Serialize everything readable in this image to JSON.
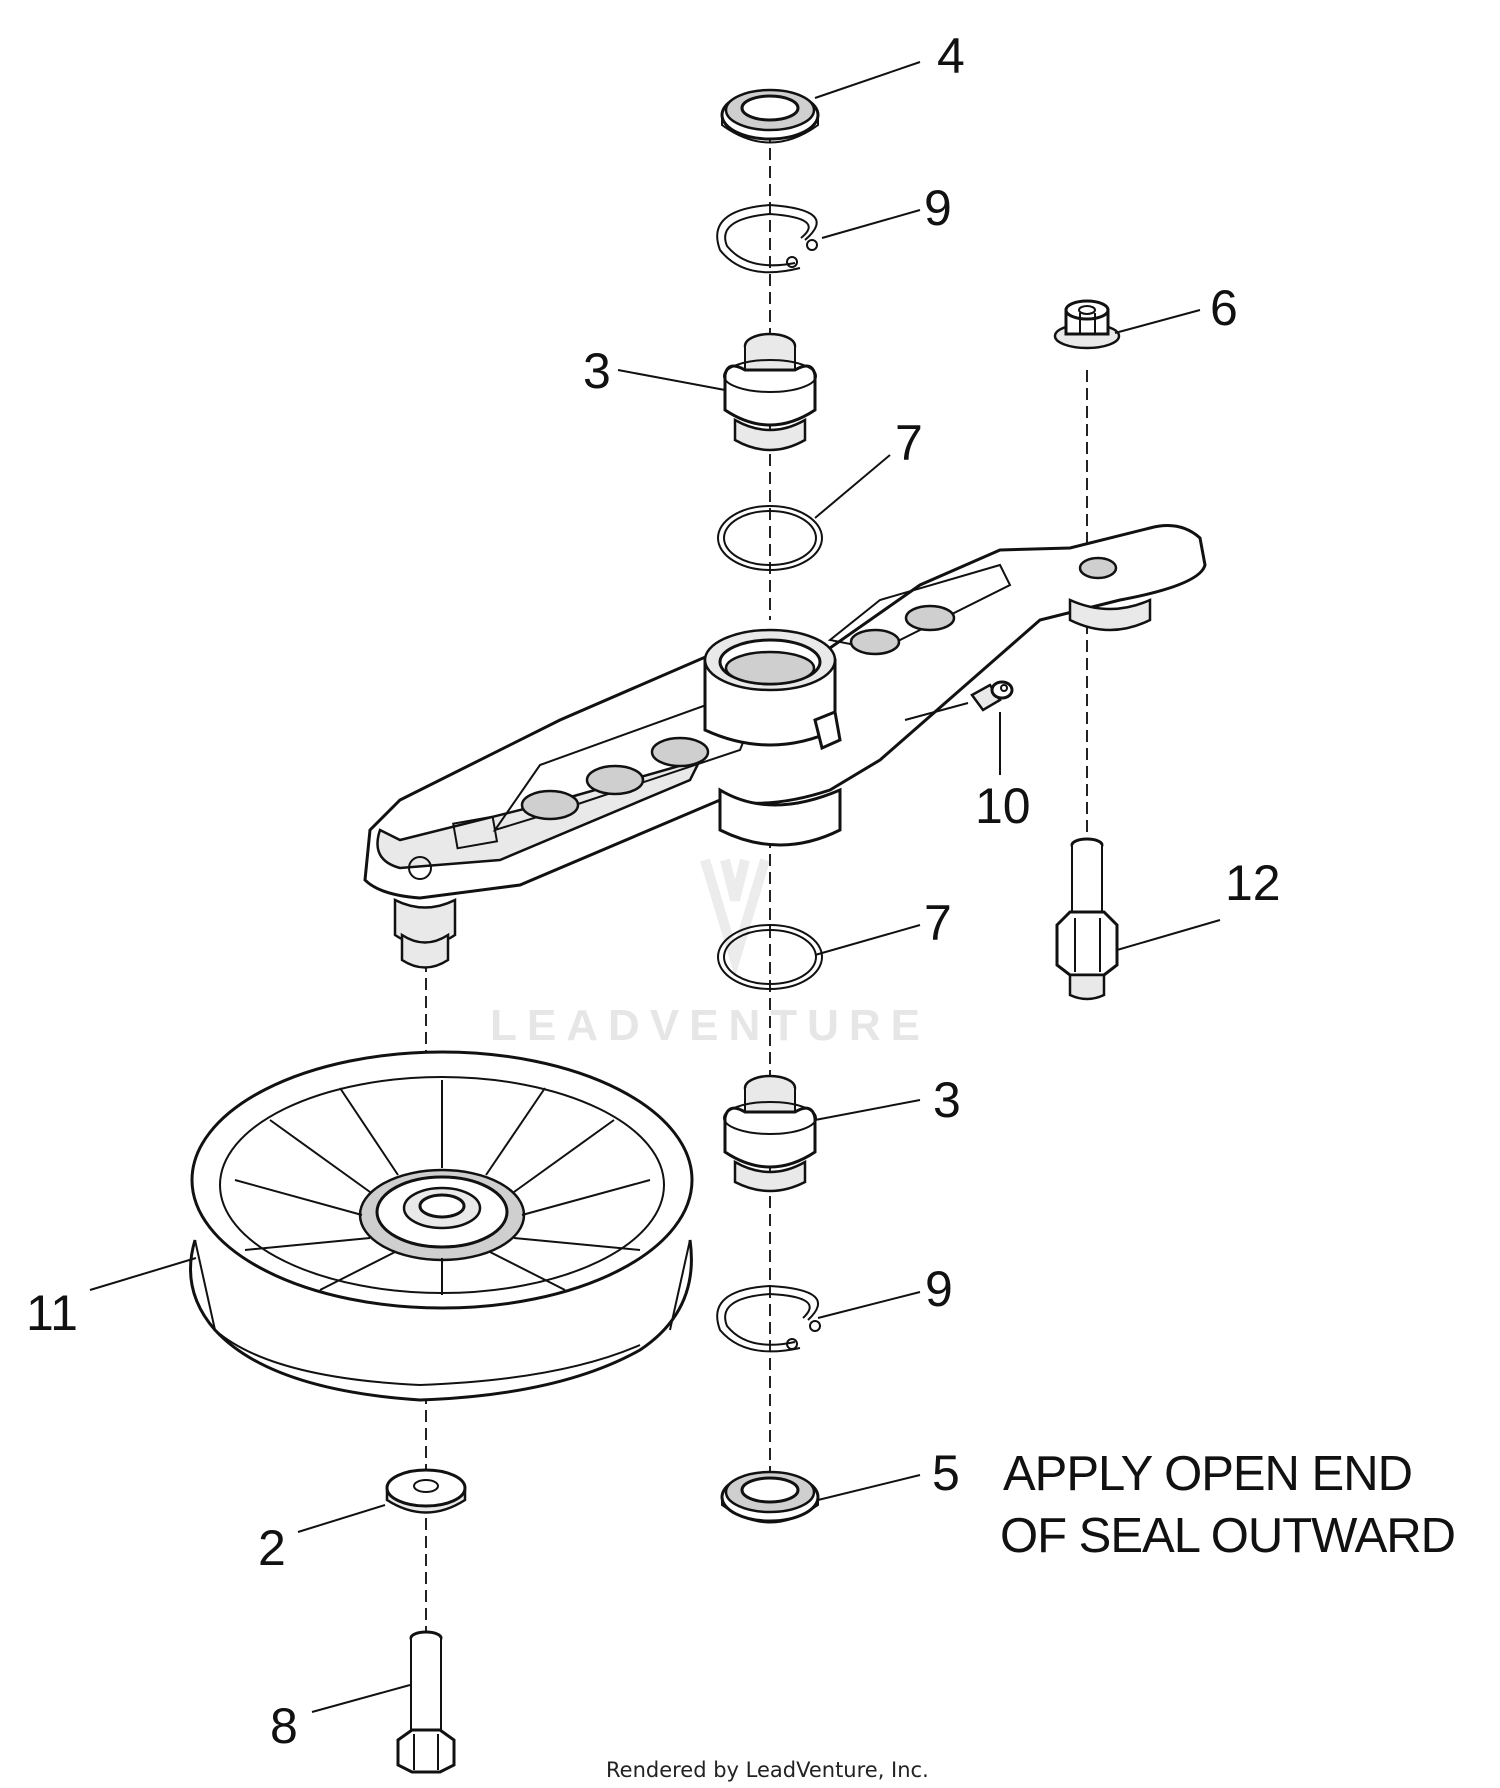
{
  "callouts": {
    "c4": "4",
    "c9_top": "9",
    "c6": "6",
    "c3_top": "3",
    "c7_top": "7",
    "c10": "10",
    "c7_mid": "7",
    "c12": "12",
    "c3_bot": "3",
    "c11": "11",
    "c9_bot": "9",
    "c5": "5",
    "c2": "2",
    "c8": "8"
  },
  "note": {
    "line1": "APPLY OPEN END",
    "line2": "OF SEAL OUTWARD"
  },
  "watermark": "LEADVENTURE",
  "footer": "Rendered by LeadVenture, Inc."
}
